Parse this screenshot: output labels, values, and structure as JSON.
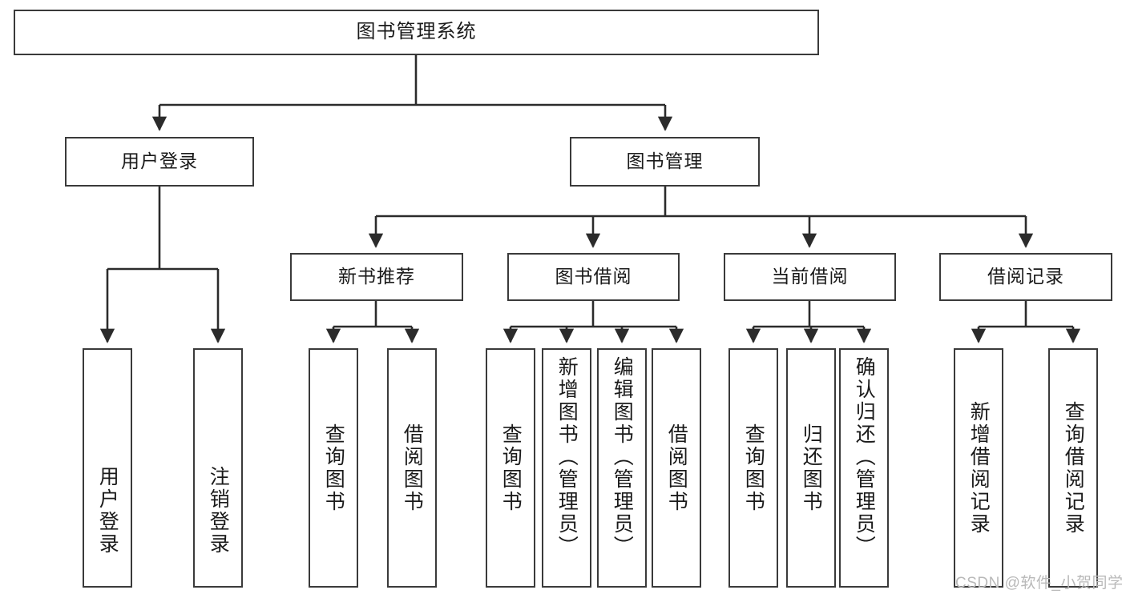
{
  "diagram": {
    "title": "图书管理系统",
    "root": {
      "label": "图书管理系统"
    },
    "tier1": [
      {
        "label": "用户登录"
      },
      {
        "label": "图书管理"
      }
    ],
    "tier2": [
      {
        "label": "新书推荐"
      },
      {
        "label": "图书借阅"
      },
      {
        "label": "当前借阅"
      },
      {
        "label": "借阅记录"
      }
    ],
    "leaves": {
      "login": [
        {
          "label": "用户登录"
        },
        {
          "label": "注销登录"
        }
      ],
      "recommend": [
        {
          "label": "查询图书"
        },
        {
          "label": "借阅图书"
        }
      ],
      "borrow": [
        {
          "label": "查询图书"
        },
        {
          "label": "新增图书（管理员）"
        },
        {
          "label": "编辑图书（管理员）"
        },
        {
          "label": "借阅图书"
        }
      ],
      "current": [
        {
          "label": "查询图书"
        },
        {
          "label": "归还图书"
        },
        {
          "label": "确认归还（管理员）"
        }
      ],
      "record": [
        {
          "label": "新增借阅记录"
        },
        {
          "label": "查询借阅记录"
        }
      ]
    }
  },
  "watermark": {
    "text": "CSDN @软件_小贺同学"
  },
  "colors": {
    "box_border": "#3a3a3a",
    "box_fill": "#ffffff",
    "connector": "#2b2b2b",
    "text": "#1a1a1a",
    "watermark": "#b9b9b9"
  }
}
